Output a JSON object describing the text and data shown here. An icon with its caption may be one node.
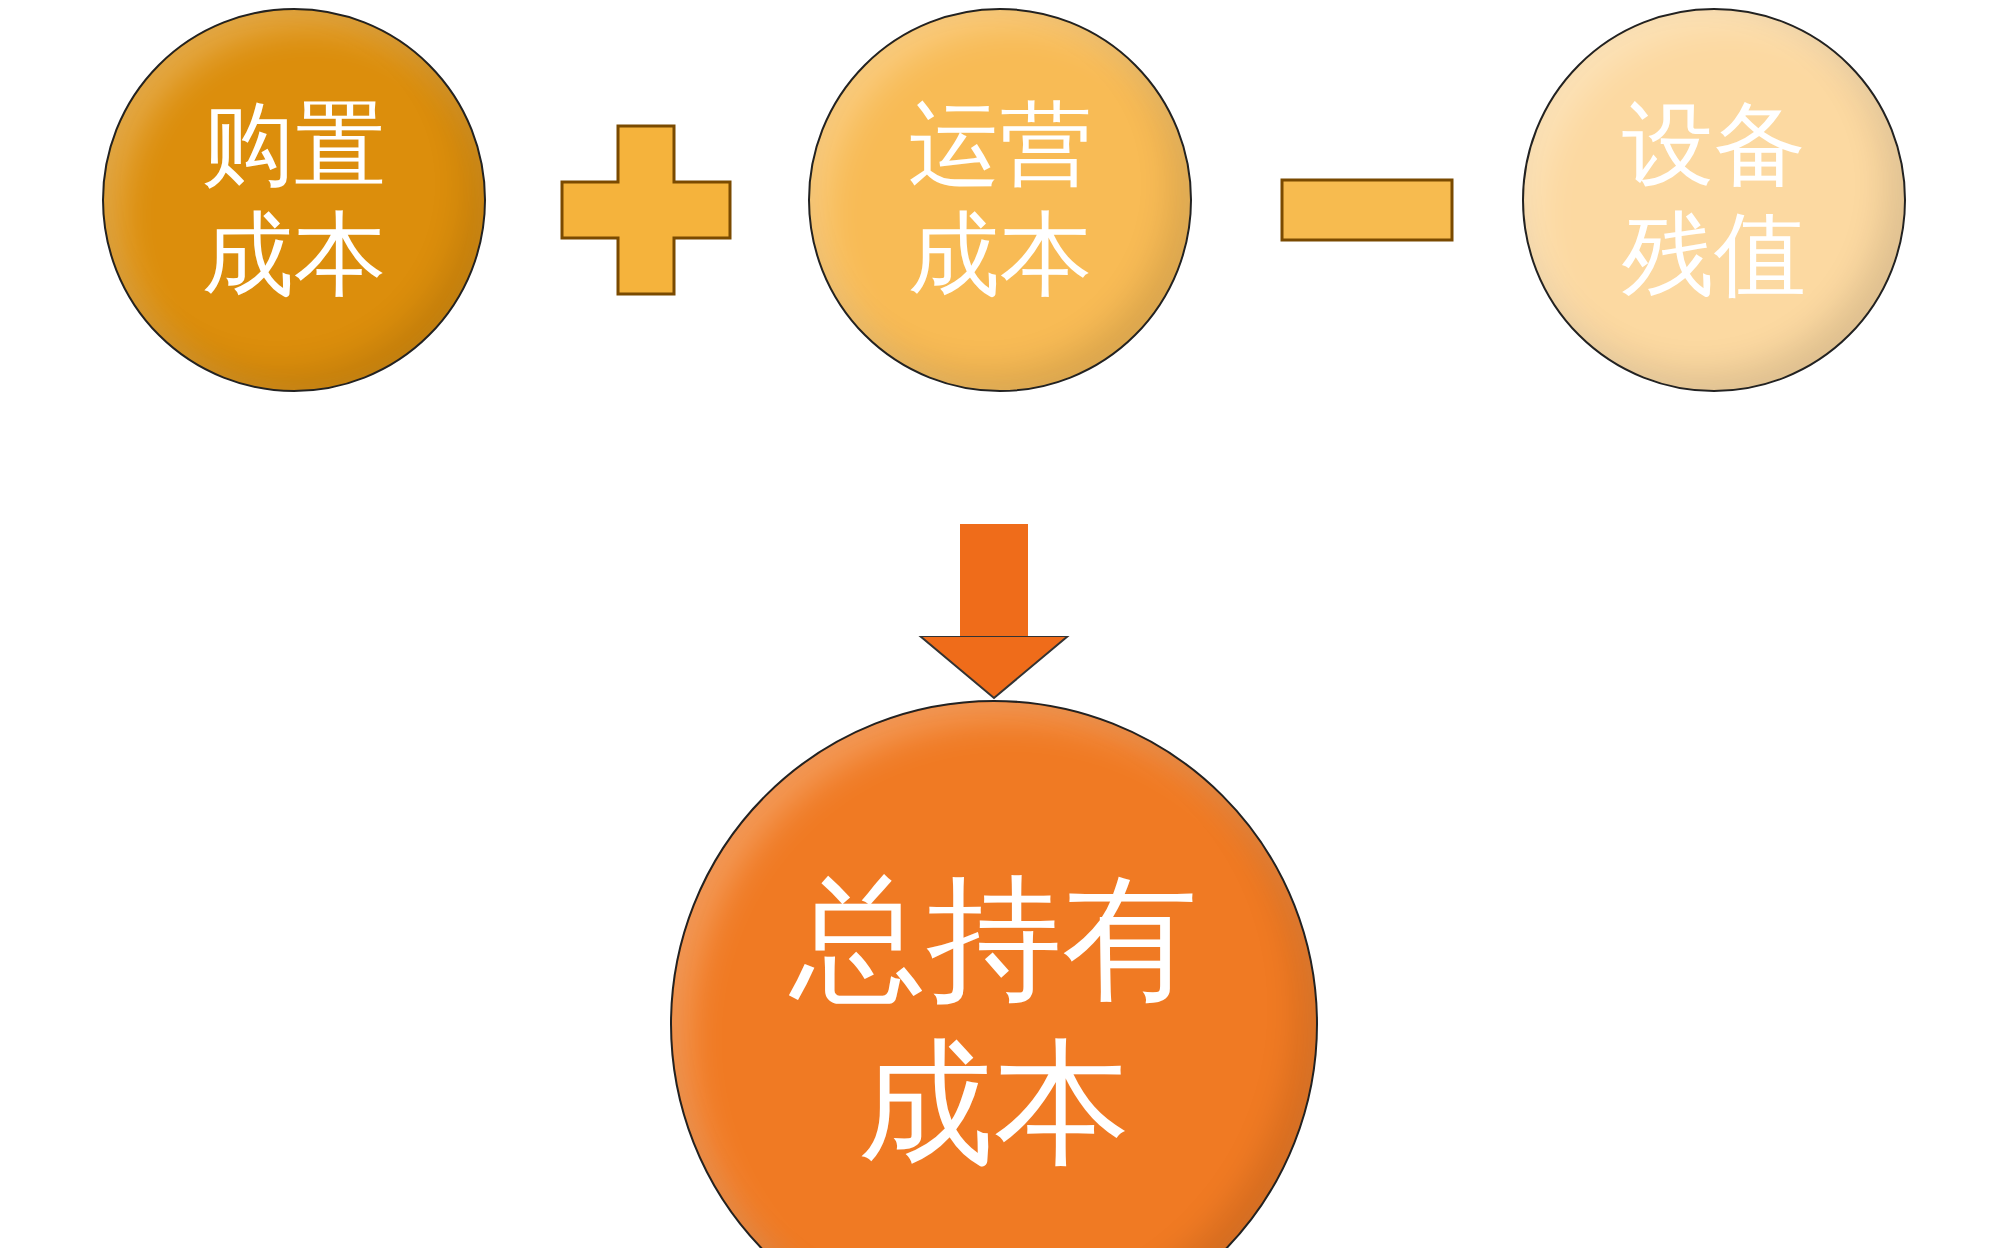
{
  "diagram": {
    "nodes": [
      {
        "text": [
          "购置成本"
        ]
      },
      {
        "text": [
          "运营成本"
        ]
      },
      {
        "text": [
          "设备残值"
        ]
      },
      {
        "text": [
          "总持有成本"
        ]
      }
    ],
    "edges": [
      {
        "from": null,
        "to": 3,
        "arrow": "to"
      }
    ]
  }
}
